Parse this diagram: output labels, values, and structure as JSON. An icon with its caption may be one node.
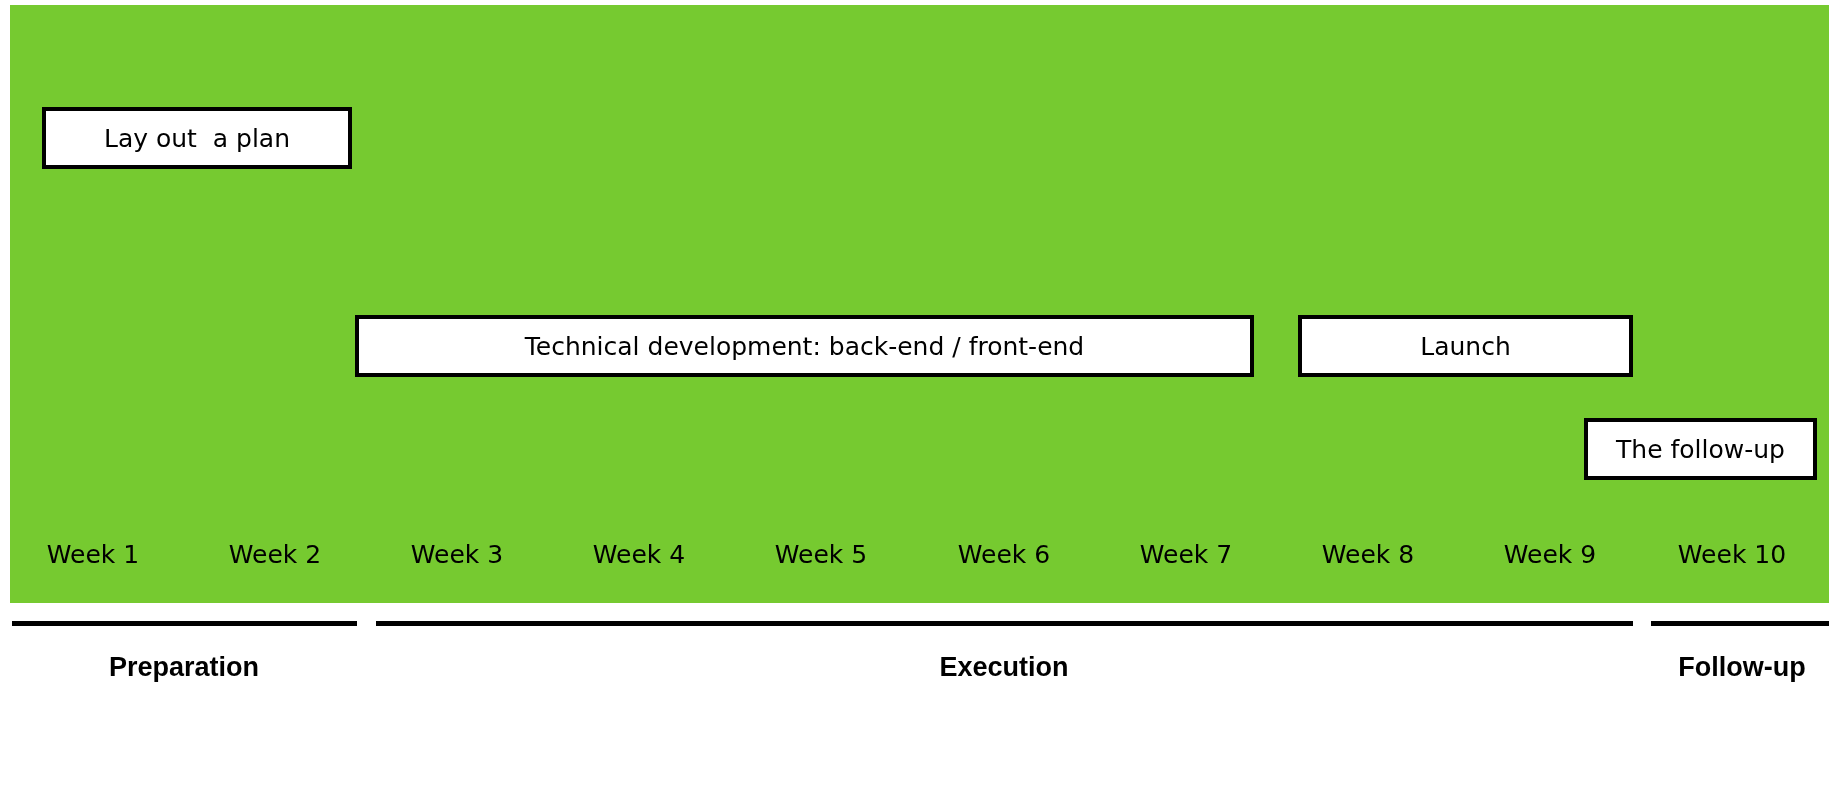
{
  "diagram": {
    "nodes": [
      {
        "text": [
          "Lay out  a plan"
        ]
      },
      {
        "text": [
          "Technical development: back-end / front-end"
        ]
      },
      {
        "text": [
          "Launch"
        ]
      },
      {
        "text": [
          "The follow-up"
        ]
      }
    ],
    "labels": [
      "Week 1",
      "Week 2",
      "Week 3",
      "Week 4",
      "Week 5",
      "Week 6",
      "Week 7",
      "Week 8",
      "Week 9",
      "Week 10",
      "Preparation",
      "Execution",
      "Follow-up"
    ]
  }
}
